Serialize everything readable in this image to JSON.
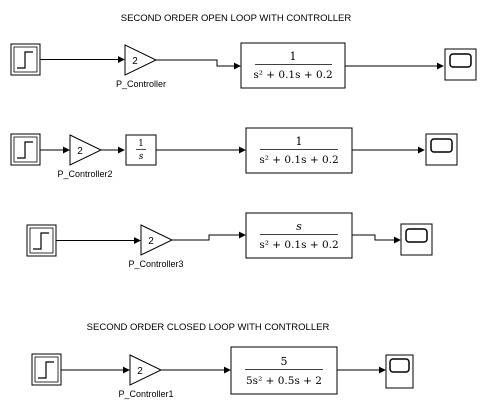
{
  "titles": {
    "open_loop": "SECOND ORDER OPEN LOOP WITH CONTROLLER",
    "closed_loop": "SECOND ORDER CLOSED LOOP WITH  CONTROLLER"
  },
  "blocks": {
    "row1": {
      "gain_value": "2",
      "gain_label": "P_Controller",
      "tf_numerator": "1",
      "tf_denominator": "s² + 0.1s + 0.2"
    },
    "row2": {
      "gain_value": "2",
      "gain_label": "P_Controller2",
      "integrator_num": "1",
      "integrator_den": "s",
      "tf_numerator": "1",
      "tf_denominator": "s² + 0.1s + 0.2"
    },
    "row3": {
      "gain_value": "2",
      "gain_label": "P_Controller3",
      "tf_numerator": "s",
      "tf_denominator": "s² + 0.1s + 0.2"
    },
    "row4": {
      "gain_value": "2",
      "gain_label": "P_Controller1",
      "tf_numerator": "5",
      "tf_denominator": "5s² + 0.5s + 2"
    }
  }
}
